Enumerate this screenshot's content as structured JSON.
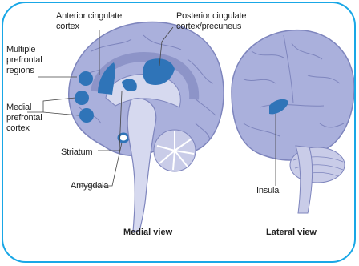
{
  "labels": {
    "anterior_cingulate": "Anterior cingulate\ncortex",
    "posterior_cingulate": "Posterior cingulate\ncortex/precuneus",
    "multiple_prefrontal": "Multiple\nprefrontal\nregions",
    "medial_prefrontal": "Medial\nprefrontal\ncortex",
    "striatum": "Striatum",
    "amygdala": "Amygdala",
    "insula": "Insula"
  },
  "captions": {
    "medial": "Medial view",
    "lateral": "Lateral view"
  },
  "colors": {
    "brain_fill": "#aab0dc",
    "brain_dark": "#8d94c8",
    "highlight": "#2f74b8",
    "frame": "#19a7e6"
  }
}
